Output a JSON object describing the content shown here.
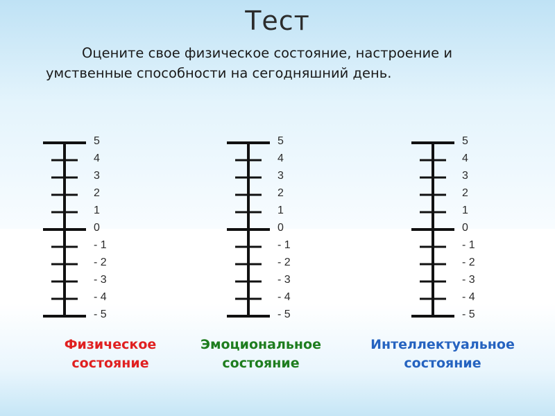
{
  "slide": {
    "title": "Тест",
    "instruction": "Оцените свое физическое состояние, настроение и умственные способности на сегодняшний день."
  },
  "scale_ticks": [
    "5",
    "4",
    "3",
    "2",
    "1",
    "0",
    "- 1",
    "- 2",
    "- 3",
    "- 4",
    "- 5"
  ],
  "scales": [
    {
      "caption_line1": "Физическое",
      "caption_line2": "состояние",
      "color": "#e02020"
    },
    {
      "caption_line1": "Эмоциональное",
      "caption_line2": "состояние",
      "color": "#1e7d1e"
    },
    {
      "caption_line1": "Интеллектуальное",
      "caption_line2": "состояние",
      "color": "#2563c0"
    }
  ]
}
